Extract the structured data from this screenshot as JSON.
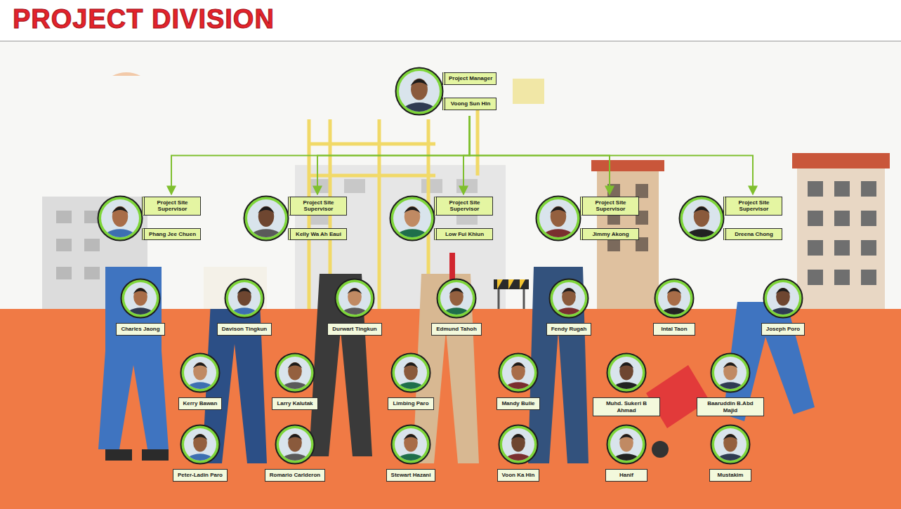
{
  "diagram": {
    "title": "PROJECT DIVISION",
    "nodes": [
      {
        "text": [
          "Project Manager",
          "Voong Sun Hin"
        ]
      },
      {
        "text": [
          "Project Site Supervisor",
          "Phang Jee Chuen"
        ]
      },
      {
        "text": [
          "Project Site Supervisor",
          "Kelly Wa Ah Eaui"
        ]
      },
      {
        "text": [
          "Project Site Supervisor",
          "Low Fui Khiun"
        ]
      },
      {
        "text": [
          "Project Site Supervisor",
          "Jimmy Akong"
        ]
      },
      {
        "text": [
          "Project Site Supervisor",
          "Dreena Chong"
        ]
      },
      {
        "text": [
          "Charles Jaong"
        ]
      },
      {
        "text": [
          "Davison Tingkun"
        ]
      },
      {
        "text": [
          "Durwart Tingkun"
        ]
      },
      {
        "text": [
          "Edmund Tahoh"
        ]
      },
      {
        "text": [
          "Fendy Rugah"
        ]
      },
      {
        "text": [
          "Intal Taon"
        ]
      },
      {
        "text": [
          "Joseph Poro"
        ]
      },
      {
        "text": [
          "Kerry Bawan"
        ]
      },
      {
        "text": [
          "Larry Kalutak"
        ]
      },
      {
        "text": [
          "Limbing Paro"
        ]
      },
      {
        "text": [
          "Mandy Bulie"
        ]
      },
      {
        "text": [
          "Muhd. Sukeri B Ahmad"
        ]
      },
      {
        "text": [
          "Baaruddin B.Abd Majid"
        ]
      },
      {
        "text": [
          "Peter-Ladin Paro"
        ]
      },
      {
        "text": [
          "Romario Carlderon"
        ]
      },
      {
        "text": [
          "Stewart Hazani"
        ]
      },
      {
        "text": [
          "Voon Ka Hin"
        ]
      },
      {
        "text": [
          "Hanif"
        ]
      },
      {
        "text": [
          "Mustakim"
        ]
      }
    ],
    "edges": [
      {
        "from": 0,
        "to": 1,
        "arrow": "to"
      },
      {
        "from": 0,
        "to": 2,
        "arrow": "to"
      },
      {
        "from": 0,
        "to": 3,
        "arrow": "to"
      },
      {
        "from": 0,
        "to": 4,
        "arrow": "to"
      },
      {
        "from": 0,
        "to": 5,
        "arrow": "to"
      }
    ]
  }
}
